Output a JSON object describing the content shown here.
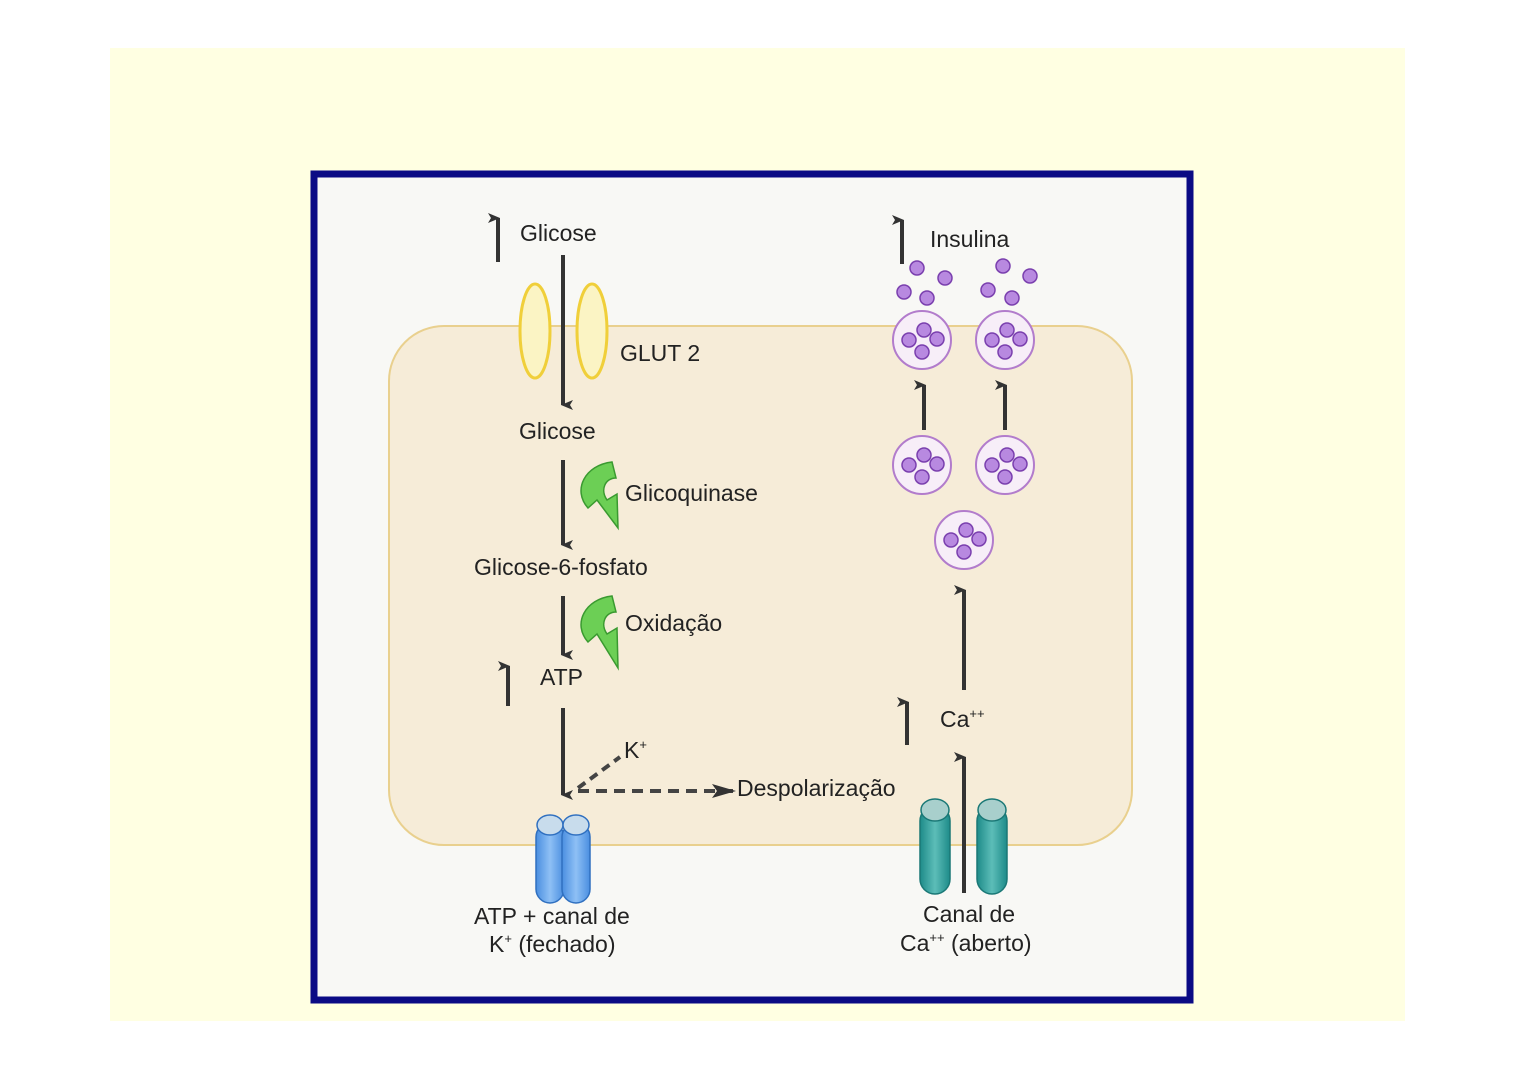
{
  "labels": {
    "glicose_out": "Glicose",
    "glut2": "GLUT 2",
    "glicose_in": "Glicose",
    "glicoquinase": "Glicoquinase",
    "g6p": "Glicose-6-fosfato",
    "oxidacao": "Oxidação",
    "atp": "ATP",
    "k_ion": "K",
    "k_sup": "+",
    "despolarizacao": "Despolarização",
    "k_channel_line1": "ATP + canal de",
    "k_channel_line2_base": "K",
    "k_channel_line2_sup": "+",
    "k_channel_line2_rest": " (fechado)",
    "ca": "Ca",
    "ca_sup": "++",
    "ca_channel_line1": "Canal de",
    "ca_channel_line2_base": "Ca",
    "ca_channel_line2_sup": "++",
    "ca_channel_line2_rest": " (aberto)",
    "insulina": "Insulina"
  },
  "colors": {
    "frame": "#0b0b85",
    "slide_bg": "#ffffe2",
    "cell_fill": "#f6ecd8",
    "cell_stroke": "#e9d08e",
    "glut": "#f0cf3a",
    "enzyme_arrow": "#5cc24a",
    "k_channel": "#5b9be0",
    "ca_channel": "#2a9a98",
    "insulin": "#b07ad8"
  }
}
